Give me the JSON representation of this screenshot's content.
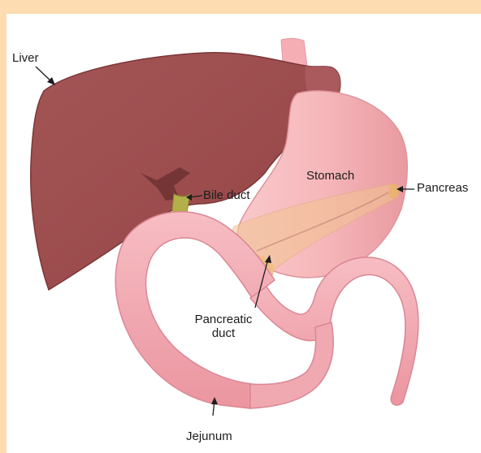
{
  "labels": {
    "liver": "Liver",
    "stomach": "Stomach",
    "bile_duct": "Bile duct",
    "pancreas": "Pancreas",
    "pancreatic_duct_line1": "Pancreatic",
    "pancreatic_duct_line2": "duct",
    "jejunum": "Jejunum"
  },
  "colors": {
    "frame": "#fddcb2",
    "liver": "#a04f50",
    "liver_shadow": "#7e3a3c",
    "stomach": "#f5b4b8",
    "intestine": "#f3a6ae",
    "pancreas": "#f2c48f",
    "bile_duct": "#b4b14a",
    "text": "#1c1c1c"
  }
}
